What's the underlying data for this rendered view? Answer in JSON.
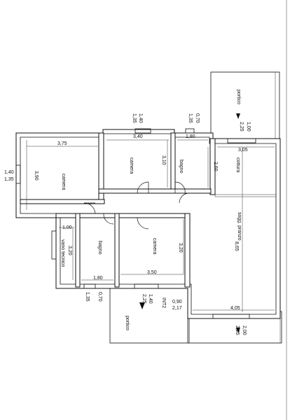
{
  "rooms": {
    "camera_1": "camera",
    "camera_2": "camera",
    "camera_3": "camera",
    "bagno_1": "bagno",
    "bagno_2": "bagno",
    "cottura": "cottura",
    "soggiorno": "sogg. pranzo",
    "portico_1": "portico",
    "portico_2": "portico",
    "vano_tecnico": "vano tecnico"
  },
  "dimensions": {
    "d_375": "3,75",
    "d_390": "3,90",
    "d_340": "3,40",
    "d_310": "3,10",
    "d_180a": "1,80",
    "d_260": "2,60",
    "d_305": "3,05",
    "d_865": "8,65",
    "d_100a": "1,00",
    "d_320a": "3,20",
    "d_180b": "1,80",
    "d_350": "3,50",
    "d_320b": "3,20",
    "d_405": "4,05",
    "d_140a": "1,40",
    "d_135a": "1,35",
    "d_140b": "1,40",
    "d_135b": "1,35",
    "d_070a": "0,70",
    "d_135c": "1,35",
    "d_100b": "1,00",
    "d_225a": "2,25",
    "d_135d": "1,35",
    "d_070b": "0,70",
    "d_140c": "1,40",
    "d_225b": "2,25",
    "d_090": "0,90",
    "d_217": "2,17",
    "d_200": "2,00",
    "d_225c": "2,25"
  },
  "markers": {
    "int2": "INT2"
  }
}
